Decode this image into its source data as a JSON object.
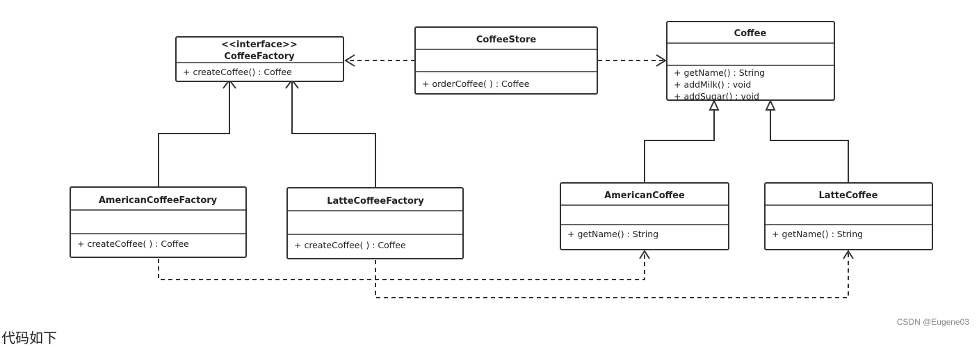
{
  "classes": {
    "coffee_factory": {
      "stereotype": "<<interface>>",
      "name": "CoffeeFactory",
      "methods": [
        "+ createCoffee() : Coffee"
      ]
    },
    "coffee_store": {
      "name": "CoffeeStore",
      "methods": [
        "+ orderCoffee( ) : Coffee"
      ]
    },
    "coffee": {
      "name": "Coffee",
      "methods": [
        "+ getName() : String",
        "+ addMilk() : void",
        "+ addSugar() : void"
      ]
    },
    "american_coffee_factory": {
      "name": "AmericanCoffeeFactory",
      "methods": [
        "+ createCoffee( ) : Coffee"
      ]
    },
    "latte_coffee_factory": {
      "name": "LatteCoffeeFactory",
      "methods": [
        "+ createCoffee( ) : Coffee"
      ]
    },
    "american_coffee": {
      "name": "AmericanCoffee",
      "methods": [
        "+ getName() : String"
      ]
    },
    "latte_coffee": {
      "name": "LatteCoffee",
      "methods": [
        "+ getName() : String"
      ]
    }
  },
  "watermark": "CSDN @Eugene03",
  "bottom_text": "代码如下"
}
